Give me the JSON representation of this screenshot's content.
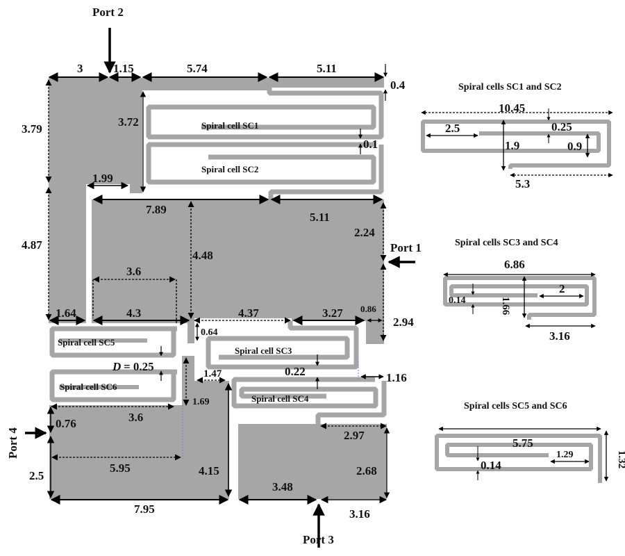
{
  "ports": {
    "port1": "Port 1",
    "port2": "Port 2",
    "port3": "Port 3",
    "port4": "Port 4"
  },
  "cells": {
    "sc1": "Spiral cell SC1",
    "sc2": "Spiral cell SC2",
    "sc3": "Spiral cell SC3",
    "sc4": "Spiral cell SC4",
    "sc5": "Spiral cell SC5",
    "sc6": "Spiral cell SC6"
  },
  "main_dims": {
    "top_3": "3",
    "top_1_15": "1.15",
    "top_5_74": "5.74",
    "top_5_11": "5.11",
    "gap_0_4": "0.4",
    "left_3_79": "3.79",
    "inner_3_72": "3.72",
    "gap_0_1": "0.1",
    "w_1_99": "1.99",
    "mid_7_89": "7.89",
    "mid_5_11": "5.11",
    "left_4_87": "4.87",
    "h_4_48": "4.48",
    "h_2_24": "2.24",
    "w_3_6_upper": "3.6",
    "w_1_64": "1.64",
    "w_4_3": "4.3",
    "w_4_37": "4.37",
    "w_3_27": "3.27",
    "w_0_86": "0.86",
    "h_2_94": "2.94",
    "h_0_64": "0.64",
    "d_label": "D",
    "d_value": "= 0.25",
    "gap_0_22": "0.22",
    "w_1_47": "1.47",
    "w_1_16": "1.16",
    "h_1_69": "1.69",
    "h_0_76": "0.76",
    "w_3_6_lower": "3.6",
    "w_5_95": "5.95",
    "h_4_15": "4.15",
    "h_2_5": "2.5",
    "w_7_95": "7.95",
    "w_2_97": "2.97",
    "h_2_68": "2.68",
    "w_3_48": "3.48",
    "w_3_16": "3.16"
  },
  "detail_sc12": {
    "title": "Spiral cells SC1 and SC2",
    "w_10_45": "10.45",
    "w_2_5": "2.5",
    "h_1_9": "1.9",
    "gap_0_25": "0.25",
    "h_0_9": "0.9",
    "w_5_3": "5.3"
  },
  "detail_sc34": {
    "title": "Spiral cells SC3 and SC4",
    "w_6_86": "6.86",
    "gap_0_14": "0.14",
    "h_1_66": "1.66",
    "w_2": "2",
    "w_3_16": "3.16"
  },
  "detail_sc56": {
    "title": "Spiral cells SC5 and SC6",
    "w_5_75": "5.75",
    "gap_0_14": "0.14",
    "w_1_29": "1.29",
    "h_1_32": "1.32"
  }
}
